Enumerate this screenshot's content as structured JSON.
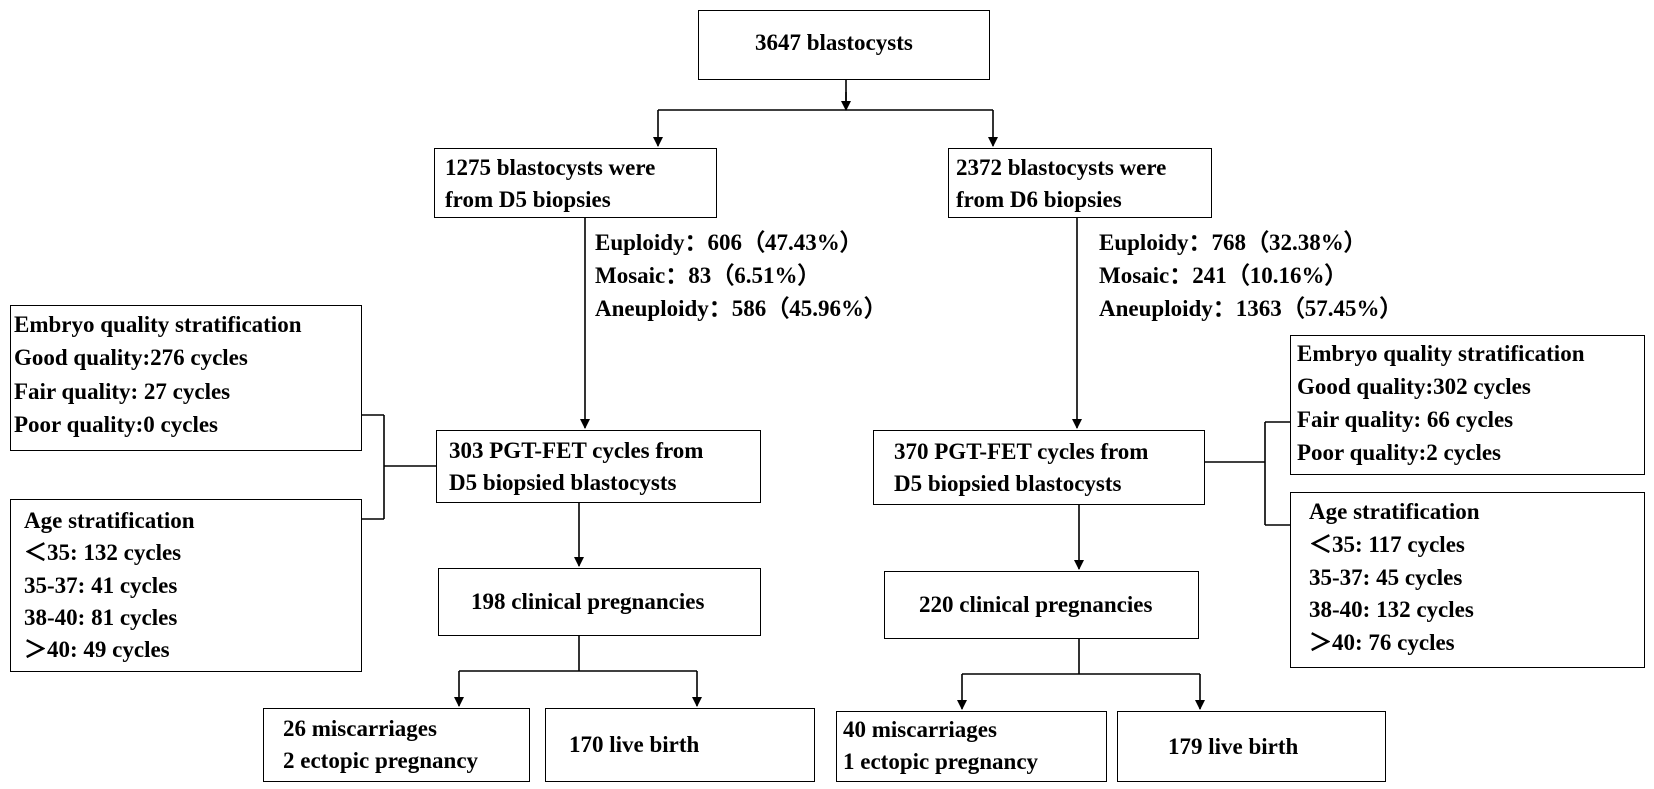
{
  "flowchart": {
    "root": {
      "text": "3647 blastocysts"
    },
    "d5": {
      "group": {
        "lines": [
          "1275 blastocysts were",
          "from D5 biopsies"
        ]
      },
      "ploidy": [
        "Euploidy：606（47.43%）",
        "Mosaic：83（6.51%）",
        "Aneuploidy：586（45.96%）"
      ],
      "quality": {
        "lines": [
          "Embryo quality stratification",
          "Good quality:276 cycles",
          "Fair quality: 27 cycles",
          "Poor quality:0 cycles"
        ]
      },
      "age": {
        "lines": [
          "Age stratification",
          "＜35: 132 cycles",
          "35-37: 41 cycles",
          "38-40: 81 cycles",
          "＞40: 49 cycles"
        ]
      },
      "cycles": {
        "lines": [
          "303 PGT-FET cycles from",
          "D5 biopsied blastocysts"
        ]
      },
      "pregnancies": {
        "text": "198 clinical pregnancies"
      },
      "miscarriages": {
        "lines": [
          "26 miscarriages",
          "2  ectopic pregnancy"
        ]
      },
      "live_birth": {
        "text": "170 live birth"
      }
    },
    "d6": {
      "group": {
        "lines": [
          "2372 blastocysts were",
          "from D6 biopsies"
        ]
      },
      "ploidy": [
        "Euploidy：768（32.38%）",
        "Mosaic：241（10.16%）",
        "Aneuploidy：1363（57.45%）"
      ],
      "quality": {
        "lines": [
          "Embryo quality stratification",
          "Good quality:302 cycles",
          "Fair quality: 66 cycles",
          "Poor quality:2 cycles"
        ]
      },
      "age": {
        "lines": [
          "Age stratification",
          "＜35: 117 cycles",
          "35-37: 45 cycles",
          "38-40: 132 cycles",
          "＞40: 76 cycles"
        ]
      },
      "cycles": {
        "lines": [
          "370 PGT-FET cycles from",
          "D5 biopsied blastocysts"
        ]
      },
      "pregnancies": {
        "text": "220 clinical pregnancies"
      },
      "miscarriages": {
        "lines": [
          "40 miscarriages",
          "1  ectopic pregnancy"
        ]
      },
      "live_birth": {
        "text": "179 live birth"
      }
    }
  }
}
